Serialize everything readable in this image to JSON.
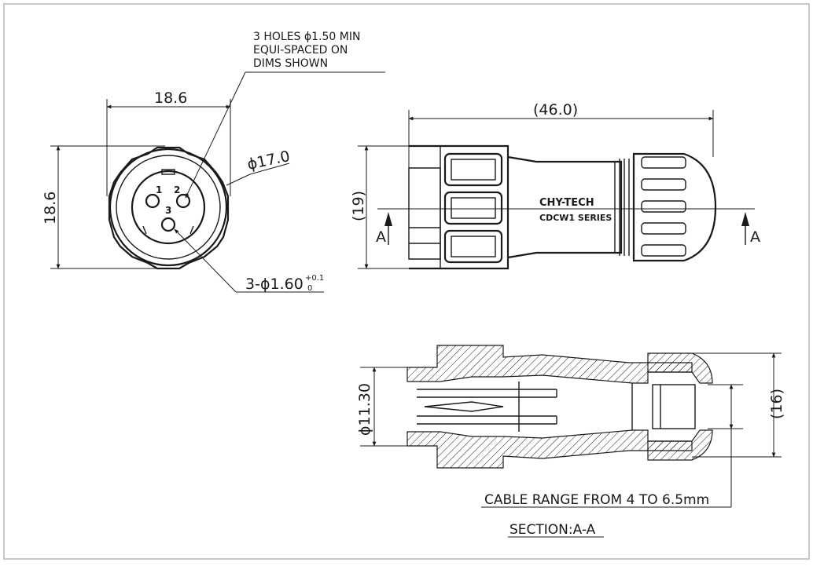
{
  "front_view": {
    "width_dim": "18.6",
    "height_dim": "18.6",
    "diameter_dim": "ϕ17.0",
    "holes_note": [
      "3 HOLES ϕ1.50 MIN",
      "EQUI-SPACED ON",
      "DIMS SHOWN"
    ],
    "pin_dim_main": "3-ϕ1.60",
    "pin_tol_upper": "+0.1",
    "pin_tol_lower": "0",
    "pin_labels": [
      "1",
      "2",
      "3"
    ]
  },
  "side_view": {
    "length_dim": "(46.0)",
    "height_dim": "(19)",
    "section_mark_left": "A",
    "section_mark_right": "A",
    "brand": "CHY-TECH",
    "series": "CDCW1 SERIES"
  },
  "section_view": {
    "diameter_dim": "ϕ11.30",
    "height_dim": "(16)",
    "cable_note": "CABLE RANGE FROM 4 TO 6.5mm",
    "title": "SECTION:A-A"
  }
}
